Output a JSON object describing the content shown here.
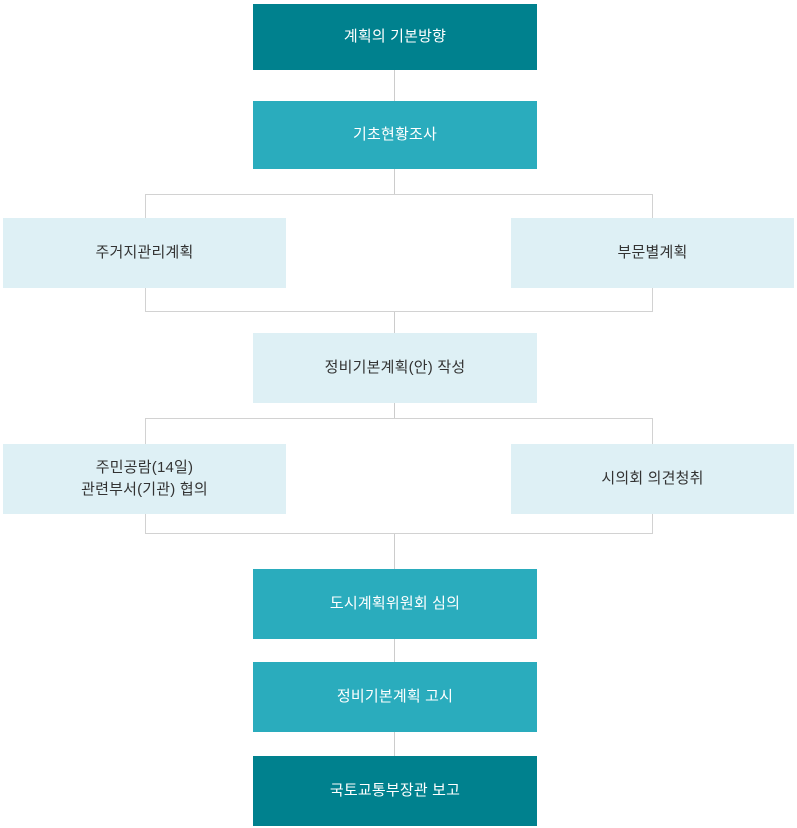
{
  "diagram": {
    "type": "flowchart",
    "language": "ko",
    "colors": {
      "dark_teal": "#00818e",
      "teal": "#2aacbd",
      "light_blue": "#def0f5",
      "connector_gray": "#cccccc",
      "bracket_border": "#d2d2d2",
      "text_on_teal": "#ffffff",
      "text_on_light": "#333333"
    },
    "nodes": {
      "plan_basic_direction": {
        "label": "계획의 기본방향",
        "style": "dark"
      },
      "basic_status_survey": {
        "label": "기초현황조사",
        "style": "teal"
      },
      "residential_management_plan": {
        "label": "주거지관리계획",
        "style": "light"
      },
      "sectoral_plan": {
        "label": "부문별계획",
        "style": "light"
      },
      "draft_master_plan": {
        "label": "정비기본계획(안) 작성",
        "style": "light"
      },
      "public_inspection": {
        "label_line1": "주민공람(14일)",
        "label_line2": "관련부서(기관) 협의",
        "style": "light"
      },
      "city_council_hearing": {
        "label": "시의회 의견청취",
        "style": "light"
      },
      "urban_planning_committee_review": {
        "label": "도시계획위원회 심의",
        "style": "teal"
      },
      "master_plan_notice": {
        "label": "정비기본계획 고시",
        "style": "teal"
      },
      "minister_report": {
        "label": "국토교통부장관 보고",
        "style": "dark"
      }
    }
  }
}
